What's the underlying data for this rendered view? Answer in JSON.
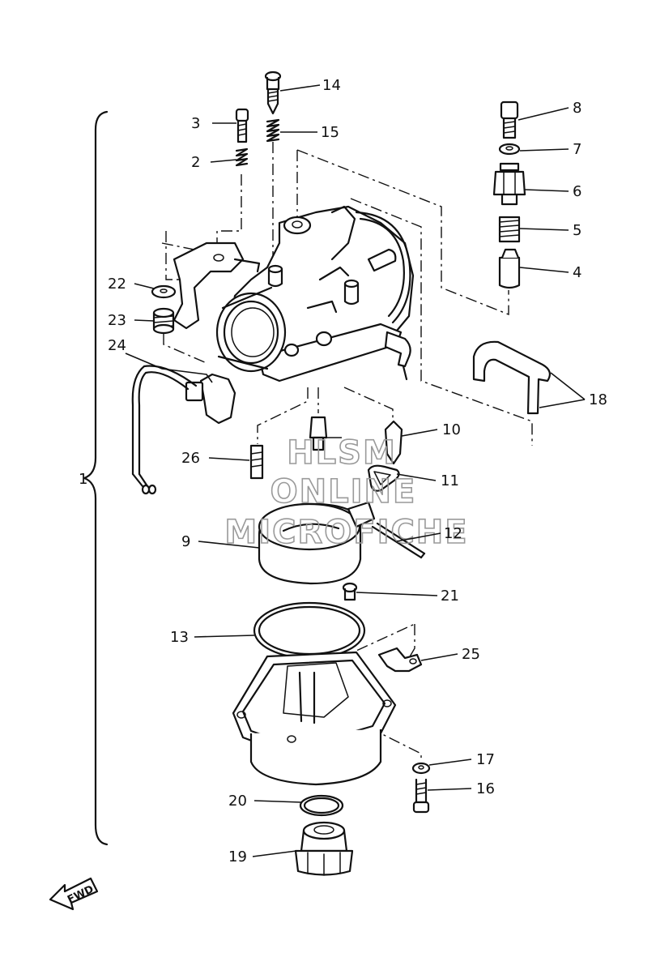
{
  "callouts": {
    "p1": "1",
    "p2": "2",
    "p3": "3",
    "p4": "4",
    "p5": "5",
    "p6": "6",
    "p7": "7",
    "p8": "8",
    "p9": "9",
    "p10": "10",
    "p11": "11",
    "p12": "12",
    "p13": "13",
    "p14": "14",
    "p15": "15",
    "p16": "16",
    "p17": "17",
    "p18": "18",
    "p19": "19",
    "p20": "20",
    "p21": "21",
    "p22": "22",
    "p23": "23",
    "p24": "24",
    "p25": "25",
    "p26": "26"
  },
  "watermark": {
    "line1": "HLSM",
    "line2": "ONLINE",
    "line3": "MICROFICHE"
  },
  "direction_label": "FWD"
}
